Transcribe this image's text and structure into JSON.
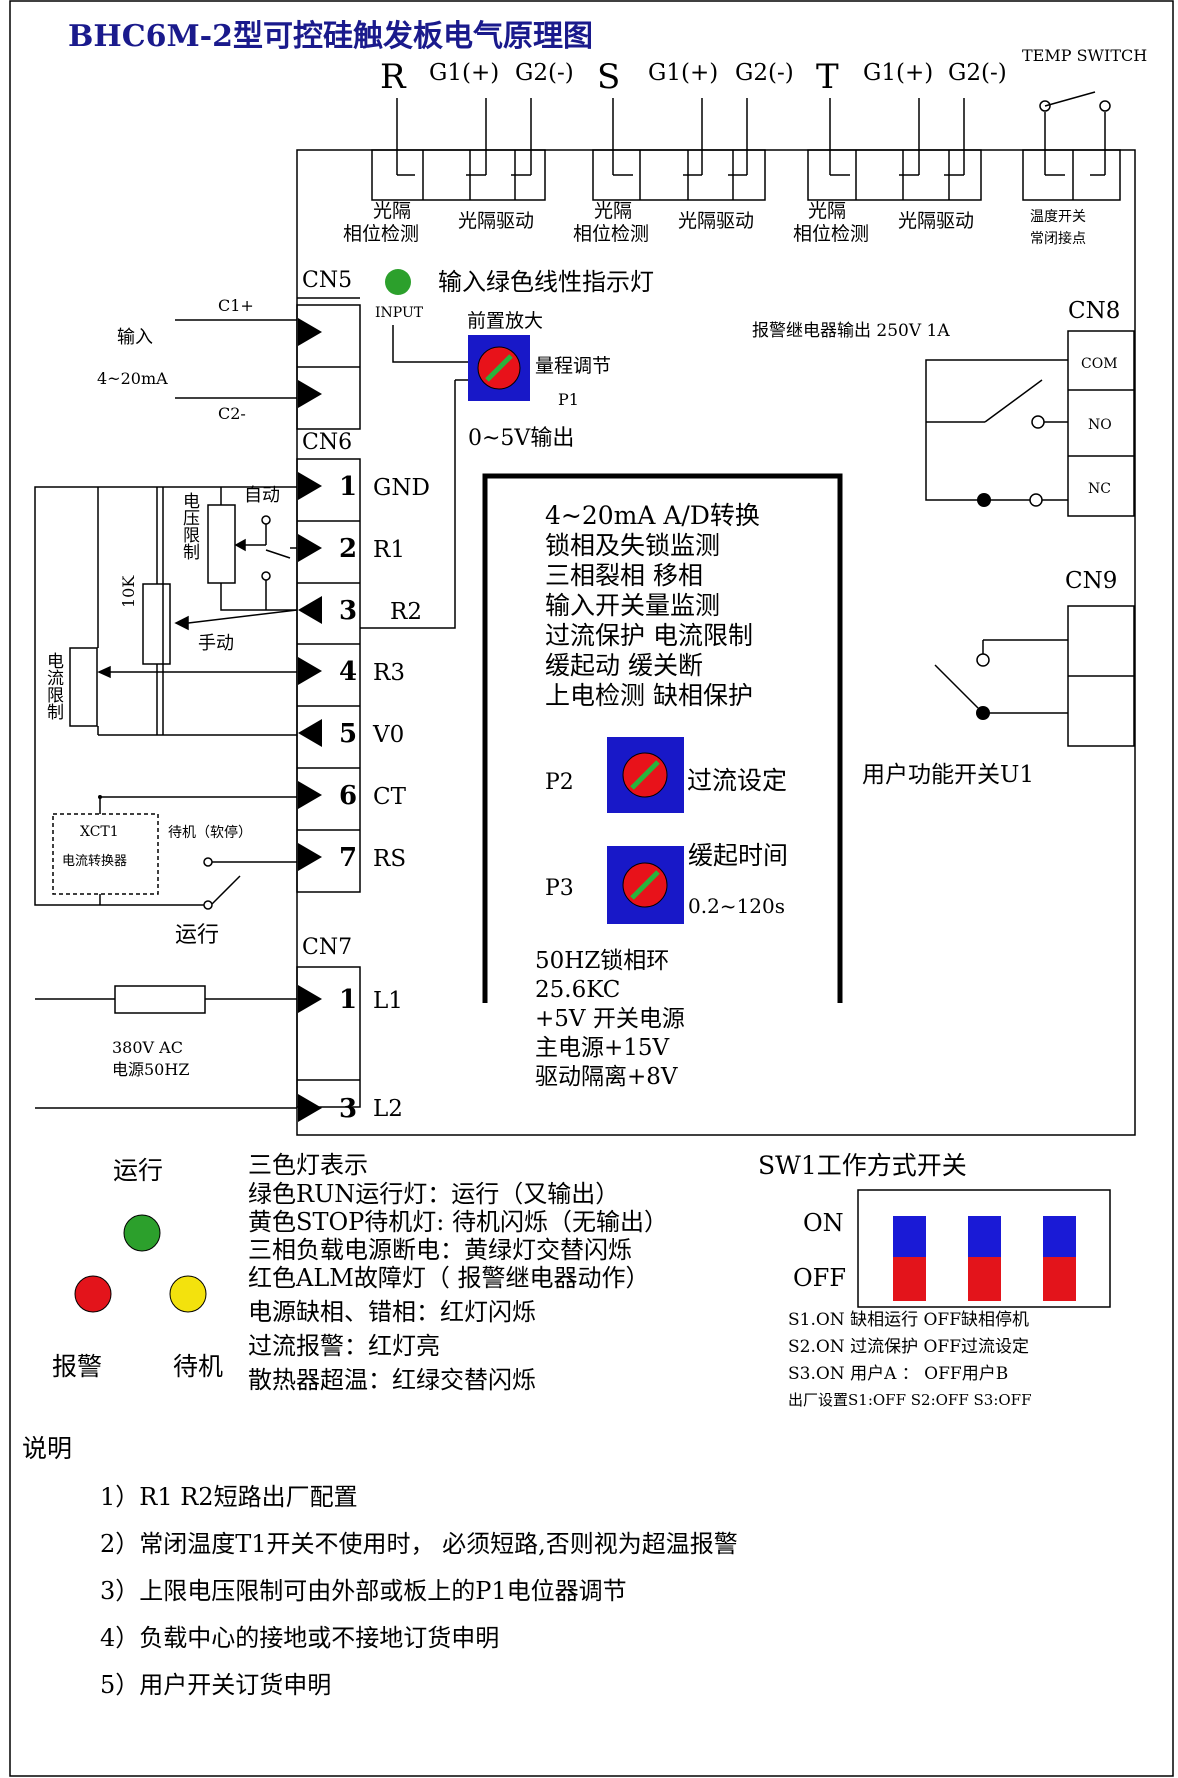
{
  "title": "BHC6M-2型可控硅触发板电气原理图",
  "terminals_top": {
    "r": "R",
    "s": "S",
    "t": "T",
    "g1": "G1(+)",
    "g2": "G2(-)",
    "temp_switch": "TEMP SWITCH",
    "optical_phase_l1": "光隔",
    "optical_phase_l2": "相位检测",
    "optical_drive": "光隔驱动",
    "temp_contact_l1": "温度开关",
    "temp_contact_l2": "常闭接点"
  },
  "cn5": {
    "label": "CN5",
    "indicator_text": "输入绿色线性指示灯",
    "input_label": "INPUT",
    "c1": "C1+",
    "c2": "C2-",
    "input_l1": "输入",
    "input_l2": "4~20mA"
  },
  "preamp": {
    "title": "前置放大",
    "range_adjust": "量程调节",
    "pot": "P1",
    "output": "0~5V输出"
  },
  "cn6": {
    "label": "CN6",
    "auto": "自动",
    "manual": "手动",
    "voltage_limit": "电压限制",
    "current_limit": "电流限制",
    "resistor": "10K",
    "xct1": "XCT1",
    "transformer": "电流转换器",
    "standby": "待机（软停）",
    "run": "运行"
  },
  "pins": [
    {
      "num": "1",
      "name": "GND"
    },
    {
      "num": "2",
      "name": "R1"
    },
    {
      "num": "3",
      "name": "R2"
    },
    {
      "num": "4",
      "name": "R3"
    },
    {
      "num": "5",
      "name": "V0"
    },
    {
      "num": "6",
      "name": "CT"
    },
    {
      "num": "7",
      "name": "RS"
    }
  ],
  "cn7": {
    "label": "CN7",
    "pins": [
      {
        "num": "1",
        "name": "L1"
      },
      {
        "num": "3",
        "name": "L2"
      }
    ],
    "power_l1": "380V AC",
    "power_l2": "电源50HZ"
  },
  "functions": [
    "4~20mA  A/D转换",
    "锁相及失锁监测",
    "三相裂相 移相",
    "输入开关量监测",
    "过流保护 电流限制",
    "缓起动 缓关断",
    "上电检测 缺相保护"
  ],
  "p2": {
    "label": "P2",
    "text": "过流设定"
  },
  "p3": {
    "label": "P3",
    "text": "缓起时间",
    "range": "0.2~120s"
  },
  "power_specs": [
    "50HZ锁相环",
    "25.6KC",
    "+5V 开关电源",
    "主电源+15V",
    "驱动隔离+8V"
  ],
  "relay": {
    "text": "报警继电器输出 250V  1A",
    "cn8": "CN8",
    "com": "COM",
    "no": "NO",
    "nc": "NC"
  },
  "cn9": {
    "label": "CN9",
    "user_switch": "用户功能开关U1"
  },
  "lamps": {
    "run": "运行",
    "alarm": "报警",
    "standby": "待机",
    "green": "#2ca02c",
    "red": "#e3141b",
    "yellow": "#f3e20d"
  },
  "three_color_title": "三色灯表示",
  "three_color": [
    "绿色RUN运行灯：运行（又输出）",
    "黄色STOP待机灯: 待机闪烁（无输出）",
    "三相负载电源断电：黄绿灯交替闪烁",
    "红色ALM故障灯（ 报警继电器动作）",
    "电源缺相、错相：红灯闪烁",
    "过流报警：红灯亮",
    "散热器超温：红绿交替闪烁"
  ],
  "sw1": {
    "title": "SW1工作方式开关",
    "on": "ON",
    "off": "OFF",
    "settings": [
      "S1.ON 缺相运行   OFF缺相停机",
      "S2.ON 过流保护   OFF过流设定",
      "S3.ON 用户A  ：   OFF用户B",
      "出厂设置S1:OFF S2:OFF S3:OFF"
    ],
    "blue": "#1a1ad6",
    "red": "#e3141b"
  },
  "notes_title": "说明",
  "notes": [
    "1）R1 R2短路出厂配置",
    "2）常闭温度T1开关不使用时，  必须短路,否则视为超温报警",
    "3）上限电压限制可由外部或板上的P1电位器调节",
    "4）负载中心的接地或不接地订货申明",
    "5）用户开关订货申明"
  ],
  "colors": {
    "title_blue": "#1a1a8c",
    "pot_blue": "#1818c8",
    "pot_red": "#e8121a",
    "pot_green": "#29b33c"
  }
}
